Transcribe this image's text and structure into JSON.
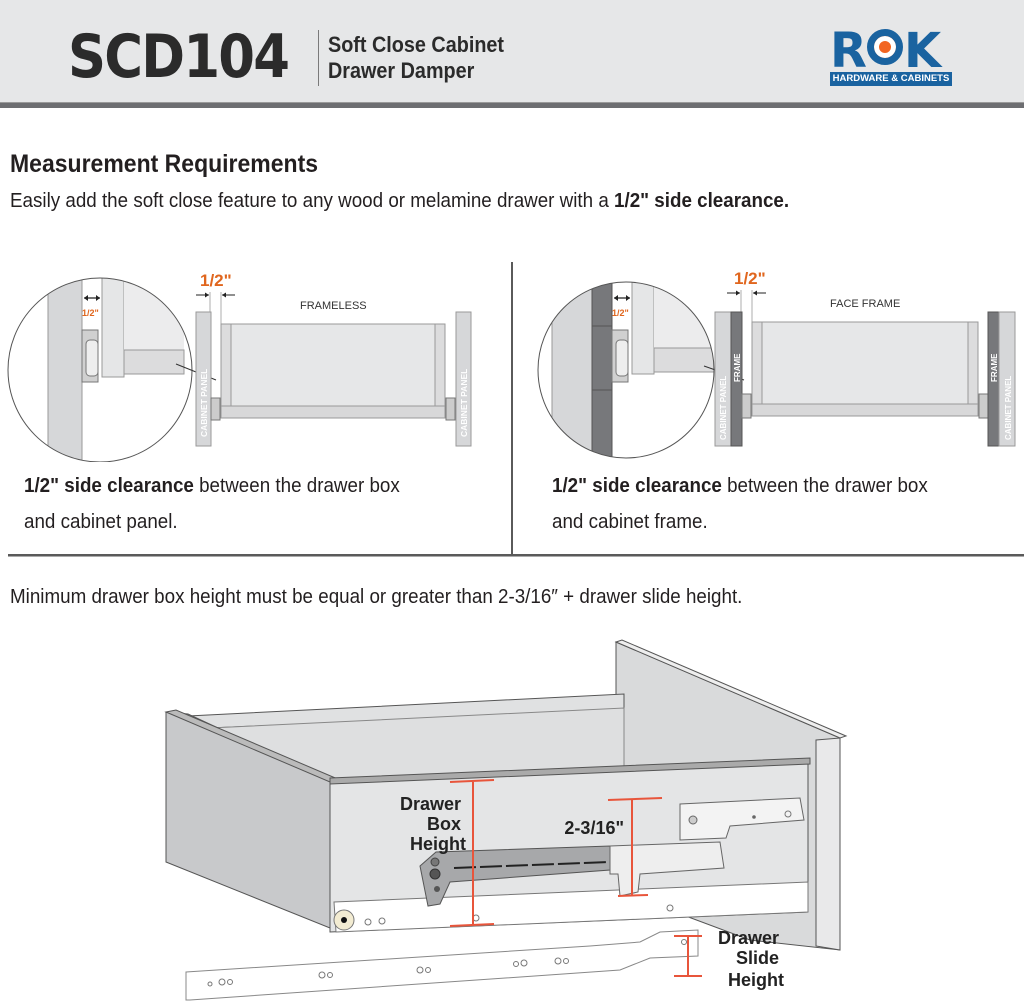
{
  "header": {
    "model": "SCD104",
    "subtitle_line1": "Soft Close Cabinet",
    "subtitle_line2": "Drawer Damper",
    "logo": {
      "brand_left": "R",
      "brand_right": "K",
      "tagline": "HARDWARE & CABINETS",
      "colors": {
        "blue": "#1a63a0",
        "orange": "#f26522"
      }
    }
  },
  "section": {
    "title": "Measurement Requirements",
    "intro_plain": "Easily add the soft close feature to any wood or melamine drawer with a ",
    "intro_bold": "1/2\" side clearance."
  },
  "panels": [
    {
      "type_label": "FRAMELESS",
      "dimension": "1/2\"",
      "detail_dimension": "1/2\"",
      "side_labels": [
        "CABINET PANEL",
        "CABINET PANEL"
      ],
      "caption_bold": "1/2\" side clearance",
      "caption_line1": " between the drawer box",
      "caption_line2": "and cabinet panel."
    },
    {
      "type_label": "FACE FRAME",
      "dimension": "1/2\"",
      "detail_dimension": "1/2\"",
      "side_labels": [
        "CABINET PANEL",
        "FRAME",
        "FRAME",
        "CABINET PANEL"
      ],
      "caption_bold": "1/2\" side clearance",
      "caption_line1": " between the drawer box",
      "caption_line2": "and cabinet frame."
    }
  ],
  "minimum_note": "Minimum drawer box height must be equal or greater than 2-3/16″ + drawer slide height.",
  "drawer_diagram": {
    "box_label": [
      "Drawer",
      "Box",
      "Height"
    ],
    "damper_dimension": "2-3/16\"",
    "slide_label": [
      "Drawer",
      "Slide",
      "Height"
    ],
    "accent_color": "#e8553b"
  }
}
